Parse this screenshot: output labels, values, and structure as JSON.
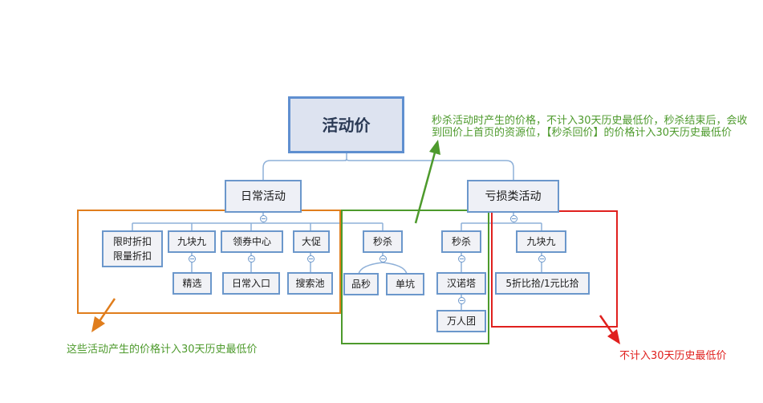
{
  "diagram": {
    "root": "活动价",
    "branches": [
      {
        "label": "日常活动",
        "children": [
          {
            "label": "限时折扣\n限量折扣",
            "children": []
          },
          {
            "label": "九块九",
            "children": [
              {
                "label": "精选"
              }
            ]
          },
          {
            "label": "领券中心",
            "children": [
              {
                "label": "日常入口"
              }
            ]
          },
          {
            "label": "大促",
            "children": [
              {
                "label": "搜索池"
              }
            ]
          },
          {
            "label": "秒杀",
            "children": [
              {
                "label": "品秒"
              },
              {
                "label": "单坑"
              }
            ]
          }
        ]
      },
      {
        "label": "亏损类活动",
        "children": [
          {
            "label": "秒杀",
            "children": [
              {
                "label": "汉诺塔",
                "children": [
                  {
                    "label": "万人团"
                  }
                ]
              }
            ]
          },
          {
            "label": "九块九",
            "children": [
              {
                "label": "5折比拾/1元比拾"
              }
            ]
          }
        ]
      }
    ]
  },
  "annotations": {
    "orange_note": "这些活动产生的价格计入30天历史最低价",
    "green_note": "秒杀活动时产生的价格，不计入30天历史最低价，秒杀结束后，会收到回价上首页的资源位，【秒杀回价】的价格计入30天历史最低价",
    "red_note": "不计入30天历史最低价"
  },
  "colors": {
    "node_border": "#6b97cb",
    "node_fill": "#f1f2f6",
    "connector": "#8eb0d8",
    "orange": "#e07d1c",
    "green": "#4d9a2c",
    "red": "#e0201e"
  }
}
